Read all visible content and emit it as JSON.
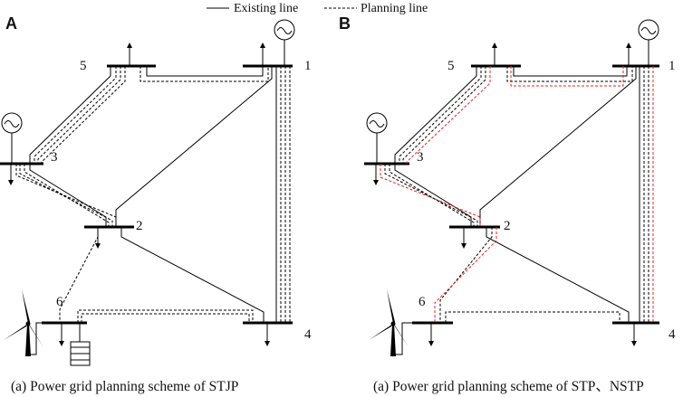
{
  "legend": {
    "existing_line": "Existing line",
    "planning_line": "Planning line"
  },
  "panels": [
    {
      "letter": "A",
      "caption": "(a) Power grid planning scheme of STJP",
      "bus_labels": [
        "1",
        "2",
        "3",
        "4",
        "5",
        "6"
      ],
      "has_storage": true
    },
    {
      "letter": "B",
      "caption": "(a) Power grid planning scheme of STP、NSTP",
      "bus_labels": [
        "1",
        "2",
        "3",
        "4",
        "5",
        "6"
      ],
      "has_storage": false
    }
  ],
  "colors": {
    "existing_line": "#000000",
    "planning_line": "#000000",
    "highlight_line": "#e8231d"
  }
}
